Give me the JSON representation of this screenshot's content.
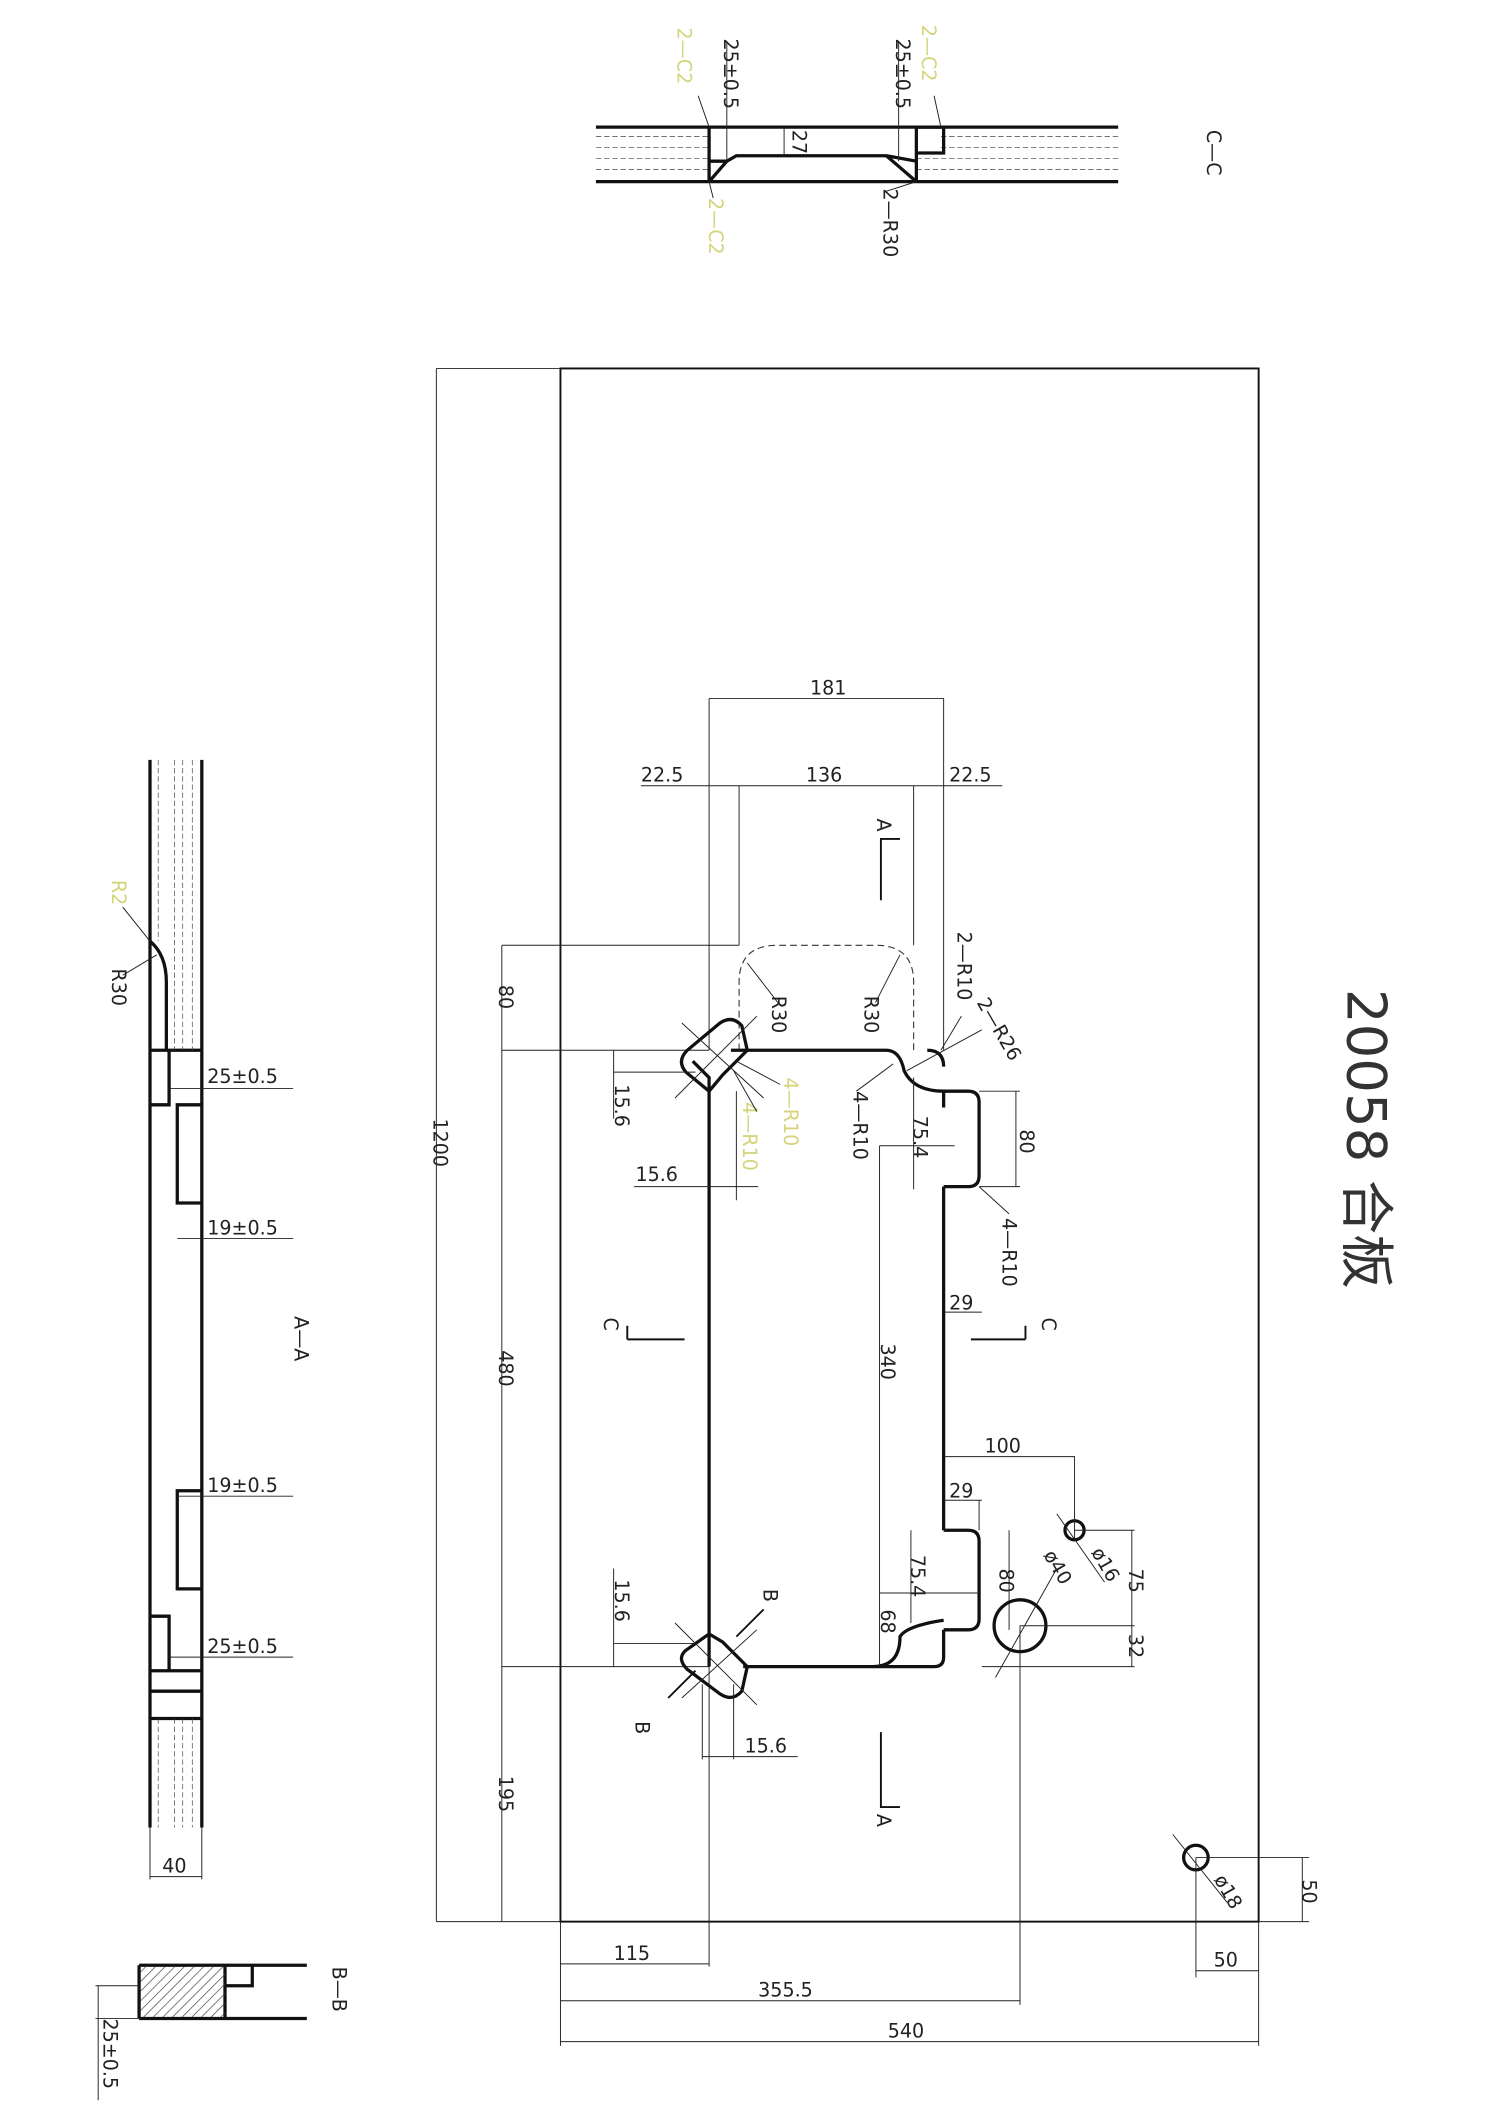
{
  "title": "20058 合板",
  "colors": {
    "line": "#111111",
    "annotation_yellow": "#d4d47a"
  },
  "section_cc": {
    "label": "C—C",
    "dims": [
      "25±0.5",
      "25±0.5",
      "27"
    ],
    "chamfers": [
      "2—C2",
      "2—C2",
      "2—C2"
    ],
    "radius": "2—R30"
  },
  "section_aa": {
    "label": "A—A",
    "r2": "R2",
    "r30": "R30",
    "dims": [
      "25±0.5",
      "19±0.5",
      "19±0.5",
      "25±0.5",
      "40"
    ]
  },
  "section_bb": {
    "label": "B—B",
    "dim": "25±0.5"
  },
  "plan": {
    "overall": {
      "height": "1200",
      "width": "540"
    },
    "left_dims": [
      "80",
      "480",
      "195"
    ],
    "bottom_dims": [
      "115",
      "355.5",
      "540"
    ],
    "top_dims": {
      "total": "181",
      "left": "22.5",
      "middle": "136",
      "right": "22.5"
    },
    "radii": {
      "r30_left": "R30",
      "r30_right": "R30",
      "r10_top": "2—R10",
      "r26": "2—R26",
      "r10_a": "4—R10",
      "r10_b": "4—R10",
      "r10_c": "4—R10",
      "r10_d": "4—R10"
    },
    "slot_dims": [
      "15.6",
      "15.6",
      "15.6",
      "15.6"
    ],
    "notch_dims": {
      "top_depth": "75.4",
      "top_len": "80",
      "mid": "340",
      "gap_top": "29",
      "gap_bottom": "29",
      "bottom_depth": "75.4",
      "bottom_len": "80",
      "bottom_68": "68"
    },
    "holes": {
      "d40": "ø40",
      "d16": "ø16",
      "d18": "ø18",
      "h100": "100",
      "v75": "75",
      "v32": "32",
      "c50x": "50",
      "c50y": "50"
    },
    "section_marks": {
      "a": "A",
      "b": "B",
      "c": "C"
    }
  }
}
